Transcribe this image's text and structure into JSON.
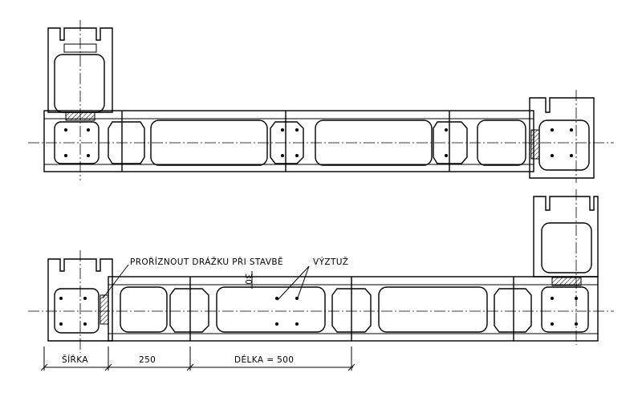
{
  "labels": {
    "groove_note": "PROŘÍZNOUT DRÁŽKU PŘI STAVBĚ",
    "reinforcement": "VÝZTUŽ",
    "groove_depth": "30"
  },
  "dimensions": {
    "width": "ŠÍŘKA",
    "half_block": "250",
    "length": "DÉLKA = 500"
  }
}
